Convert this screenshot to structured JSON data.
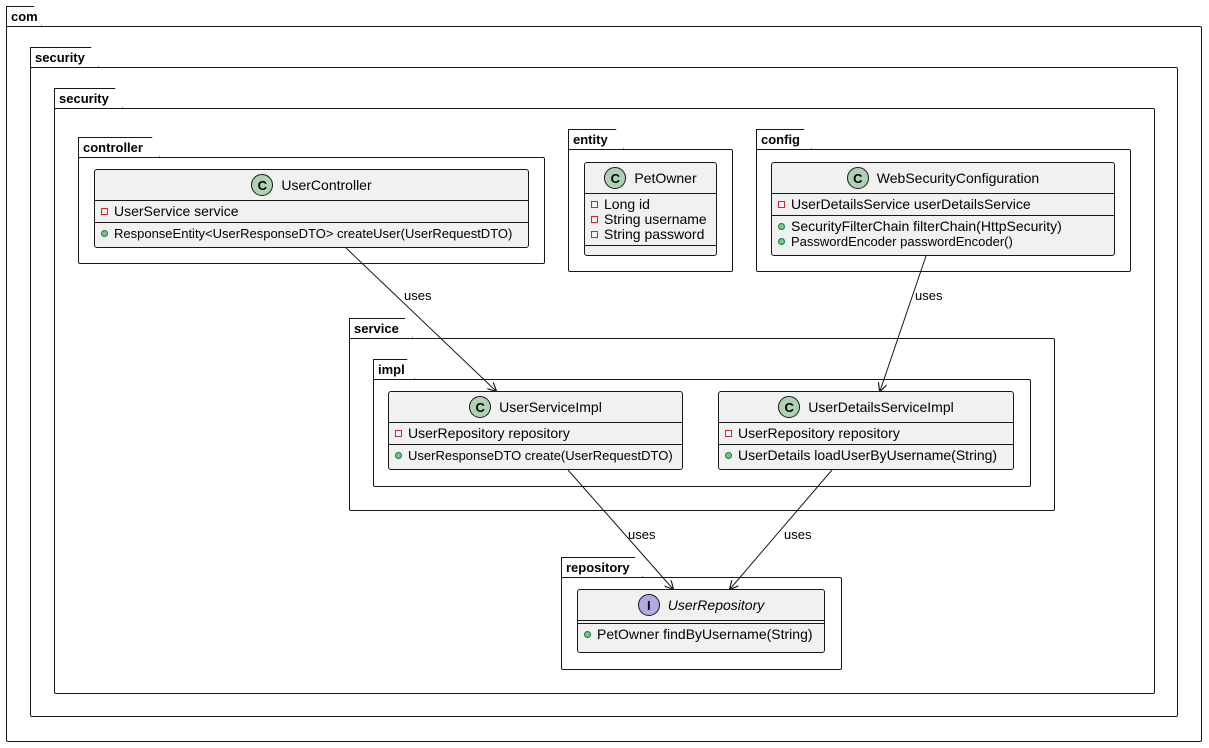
{
  "packages": {
    "com": "com",
    "security_outer": "security",
    "security_inner": "security",
    "controller": "controller",
    "entity": "entity",
    "config": "config",
    "service": "service",
    "impl": "impl",
    "repository": "repository"
  },
  "classes": {
    "user_controller": {
      "badge": "C",
      "name": "UserController",
      "fields": [
        "UserService service"
      ],
      "methods": [
        "ResponseEntity<UserResponseDTO> createUser(UserRequestDTO)"
      ]
    },
    "pet_owner": {
      "badge": "C",
      "name": "PetOwner",
      "fields": [
        "Long id",
        "String username",
        "String password"
      ],
      "methods": []
    },
    "web_security_configuration": {
      "badge": "C",
      "name": "WebSecurityConfiguration",
      "fields": [
        "UserDetailsService userDetailsService"
      ],
      "methods": [
        "SecurityFilterChain filterChain(HttpSecurity)",
        "PasswordEncoder passwordEncoder()"
      ]
    },
    "user_service_impl": {
      "badge": "C",
      "name": "UserServiceImpl",
      "fields": [
        "UserRepository repository"
      ],
      "methods": [
        "UserResponseDTO create(UserRequestDTO)"
      ]
    },
    "user_details_service_impl": {
      "badge": "C",
      "name": "UserDetailsServiceImpl",
      "fields": [
        "UserRepository repository"
      ],
      "methods": [
        "UserDetails loadUserByUsername(String)"
      ]
    },
    "user_repository": {
      "badge": "I",
      "name": "UserRepository",
      "fields": [],
      "methods": [
        "PetOwner findByUsername(String)"
      ]
    }
  },
  "relations": [
    {
      "from": "UserController",
      "to": "UserServiceImpl",
      "label": "uses"
    },
    {
      "from": "WebSecurityConfiguration",
      "to": "UserDetailsServiceImpl",
      "label": "uses"
    },
    {
      "from": "UserServiceImpl",
      "to": "UserRepository",
      "label": "uses"
    },
    {
      "from": "UserDetailsServiceImpl",
      "to": "UserRepository",
      "label": "uses"
    }
  ],
  "colors": {
    "class_fill": "#f1f1f1",
    "class_badge": "#add1b2",
    "interface_badge": "#b4a7e5",
    "stroke": "#181818"
  }
}
